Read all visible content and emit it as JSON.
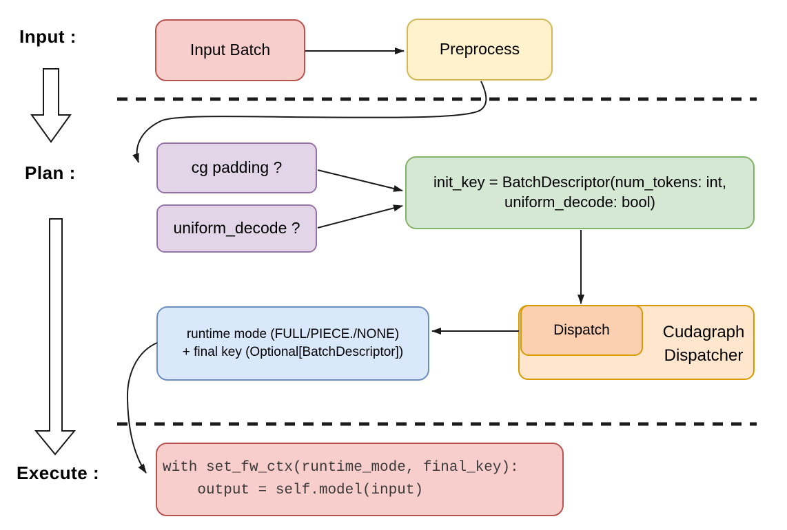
{
  "diagram": {
    "stages": {
      "input_label": "Input :",
      "plan_label": "Plan :",
      "execute_label": "Execute :"
    },
    "nodes": {
      "input_batch": {
        "label": "Input Batch",
        "fill": "#f8cecc",
        "stroke": "#b85450"
      },
      "preprocess": {
        "label": "Preprocess",
        "fill": "#fff2cc",
        "stroke": "#d6b656"
      },
      "cg_padding": {
        "label": "cg padding ?",
        "fill": "#e1d5e7",
        "stroke": "#9673a6"
      },
      "uniform_decode": {
        "label": "uniform_decode ?",
        "fill": "#e1d5e7",
        "stroke": "#9673a6"
      },
      "init_key": {
        "label": "init_key = BatchDescriptor(num_tokens: int, uniform_decode: bool)",
        "fill": "#d5e8d4",
        "stroke": "#82b366"
      },
      "dispatch": {
        "label": "Dispatch",
        "fill": "#fbcfb0",
        "stroke": "#d79b00"
      },
      "cudagraph_dispatcher": {
        "label": "Cudagraph Dispatcher",
        "fill": "#ffe6cc",
        "stroke": "#d79b00"
      },
      "runtime_mode": {
        "line1": "runtime mode (FULL/PIECE./NONE)",
        "line2": "+ final key (Optional[BatchDescriptor])",
        "fill": "#dae8fc",
        "stroke": "#6c8ebf"
      },
      "execute_code": {
        "line1": "with set_fw_ctx(runtime_mode, final_key):",
        "line2": "    output = self.model(input)",
        "fill": "#f8cecc",
        "stroke": "#b85450"
      }
    },
    "connector_color": "#1a1a1a"
  }
}
